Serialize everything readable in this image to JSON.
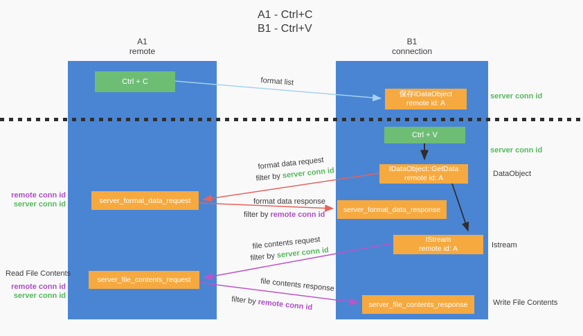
{
  "title": {
    "line1": "A1 - Ctrl+C",
    "line2": "B1 - Ctrl+V"
  },
  "lanes": {
    "left": {
      "name": "A1",
      "role": "remote"
    },
    "right": {
      "name": "B1",
      "role": "connection"
    }
  },
  "boxes": {
    "ctrl_c": "Ctrl + C",
    "ctrl_v": "Ctrl + V",
    "save_idataobject": {
      "line1": "保存IDataObject",
      "line2": "remote id: A"
    },
    "getdata": {
      "line1": "IDataObject::GetData",
      "line2": "remote id: A"
    },
    "istream": {
      "line1": "IStream",
      "line2": "remote id: A"
    },
    "format_request": "server_format_data_request",
    "format_response": "server_format_data_response",
    "file_request": "server_file_contents_request",
    "file_response": "server_file_contents_response"
  },
  "arrow_labels": {
    "format_list": "format list",
    "format_data_request": "format data request",
    "format_data_response": "format data response",
    "file_contents_request": "file contents request",
    "file_contents_response": "file contents response",
    "filter_by": "filter by",
    "server_conn_id": "server conn id",
    "remote_conn_id": "remote conn id"
  },
  "side_labels": {
    "left": {
      "remote_conn_id": "remote conn id",
      "server_conn_id": "server conn id",
      "read_file_contents": "Read File Contents"
    },
    "right": {
      "server_conn_id": "server conn id",
      "dataobject": "DataObject",
      "istream": "Istream",
      "write_file_contents": "Write File Contents"
    }
  },
  "colors": {
    "lane_blue": "#4a85d4",
    "box_green": "#6dbe74",
    "box_orange": "#f6a93f",
    "text_green": "#56b85c",
    "text_purple": "#ae4ec4",
    "arrow_red": "#e8625a",
    "arrow_magenta": "#bf53c8",
    "arrow_lightblue": "#a5d2ee",
    "arrow_black": "#2e2e2e"
  }
}
